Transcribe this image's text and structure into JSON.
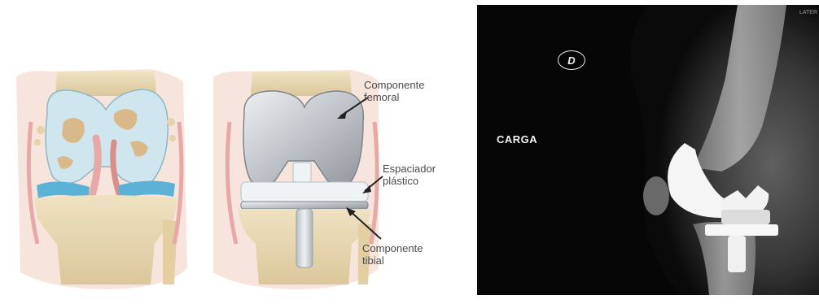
{
  "illustration": {
    "labels": {
      "femoral": "Componente\nfemoral",
      "spacer": "Espaciador\nplástico",
      "tibial": "Componente\ntibial"
    },
    "colors": {
      "bone": "#e9d9b4",
      "cartilage_worn": "#cfe6ee",
      "meniscus": "#5ab3d6",
      "ligament": "#e7a9a6",
      "metal": "#c9cdd1",
      "plastic": "#eef3f5"
    }
  },
  "xray": {
    "side_marker": "D",
    "load_label": "CARGA",
    "corner_text": "LATER"
  }
}
